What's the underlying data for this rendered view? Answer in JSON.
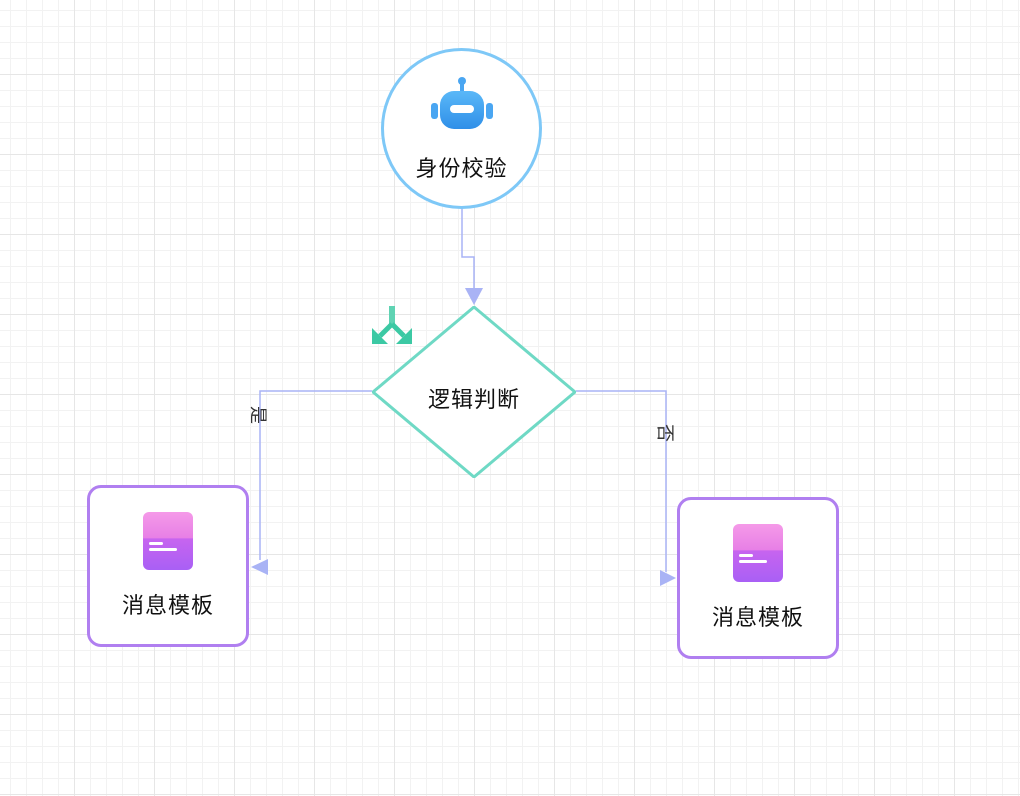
{
  "canvas": {
    "grid": true
  },
  "nodes": {
    "start": {
      "label": "身份校验",
      "icon": "robot-icon",
      "border_color": "#7ec8f7",
      "icon_color": "#3f9ff0"
    },
    "decision": {
      "label": "逻辑判断",
      "icon": "branch-arrows-icon",
      "border_color": "#6fd9c5",
      "icon_color": "#3cc9a4"
    },
    "message_left": {
      "label": "消息模板",
      "icon": "message-template-icon",
      "border_color": "#b07ff0",
      "icon_color": "#c56bf0"
    },
    "message_right": {
      "label": "消息模板",
      "icon": "message-template-icon",
      "border_color": "#b07ff0",
      "icon_color": "#c56bf0"
    }
  },
  "edges": {
    "start_to_decision": {
      "color": "#a9b3f5"
    },
    "decision_yes": {
      "label": "是",
      "color": "#a9b3f5"
    },
    "decision_no": {
      "label": "否",
      "color": "#a9b3f5"
    }
  }
}
